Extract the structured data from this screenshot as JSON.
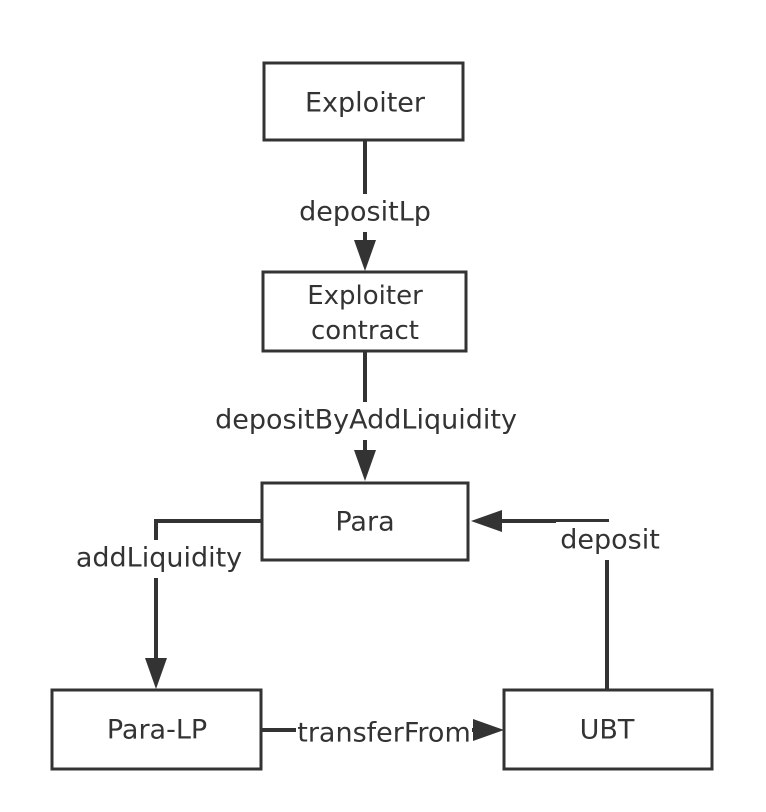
{
  "nodes": {
    "exploiter": {
      "label": "Exploiter"
    },
    "exploiter_contract": {
      "line1": "Exploiter",
      "line2": "contract"
    },
    "para": {
      "label": "Para"
    },
    "para_lp": {
      "label": "Para-LP"
    },
    "ubt": {
      "label": "UBT"
    }
  },
  "edges": {
    "deposit_lp": {
      "label": "depositLp"
    },
    "deposit_by_add_liquidity": {
      "label": "depositByAddLiquidity"
    },
    "add_liquidity": {
      "label": "addLiquidity"
    },
    "transfer_from": {
      "label": "transferFrom"
    },
    "deposit": {
      "label": "deposit"
    }
  },
  "colors": {
    "stroke": "#333333",
    "background": "#ffffff",
    "text": "#333333"
  }
}
